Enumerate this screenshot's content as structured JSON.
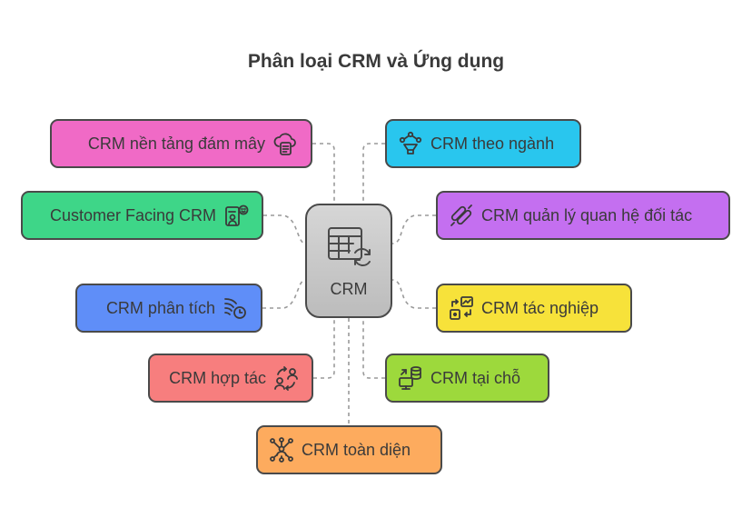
{
  "title": "Phân loại CRM và Ứng dụng",
  "center": {
    "label": "CRM",
    "icon": "table-sync-icon"
  },
  "nodes": [
    {
      "label": "CRM nền tảng đám mây",
      "icon": "cloud-server-icon",
      "color": "#f06ac6"
    },
    {
      "label": "CRM theo ngành",
      "icon": "industry-funnel-icon",
      "color": "#29c6ee"
    },
    {
      "label": "Customer Facing CRM",
      "icon": "customer-feedback-icon",
      "color": "#3ed688"
    },
    {
      "label": "CRM quản lý quan hệ đối tác",
      "icon": "partnership-links-icon",
      "color": "#c46ff0"
    },
    {
      "label": "CRM phân tích",
      "icon": "analytics-speed-icon",
      "color": "#5f8ef8"
    },
    {
      "label": "CRM tác nghiệp",
      "icon": "operations-flow-icon",
      "color": "#f7e23a"
    },
    {
      "label": "CRM hợp tác",
      "icon": "collaboration-users-icon",
      "color": "#f77e7e"
    },
    {
      "label": "CRM tại chỗ",
      "icon": "on-premise-database-icon",
      "color": "#9dd93c"
    },
    {
      "label": "CRM toàn diện",
      "icon": "network-hub-icon",
      "color": "#fdab5e"
    }
  ]
}
